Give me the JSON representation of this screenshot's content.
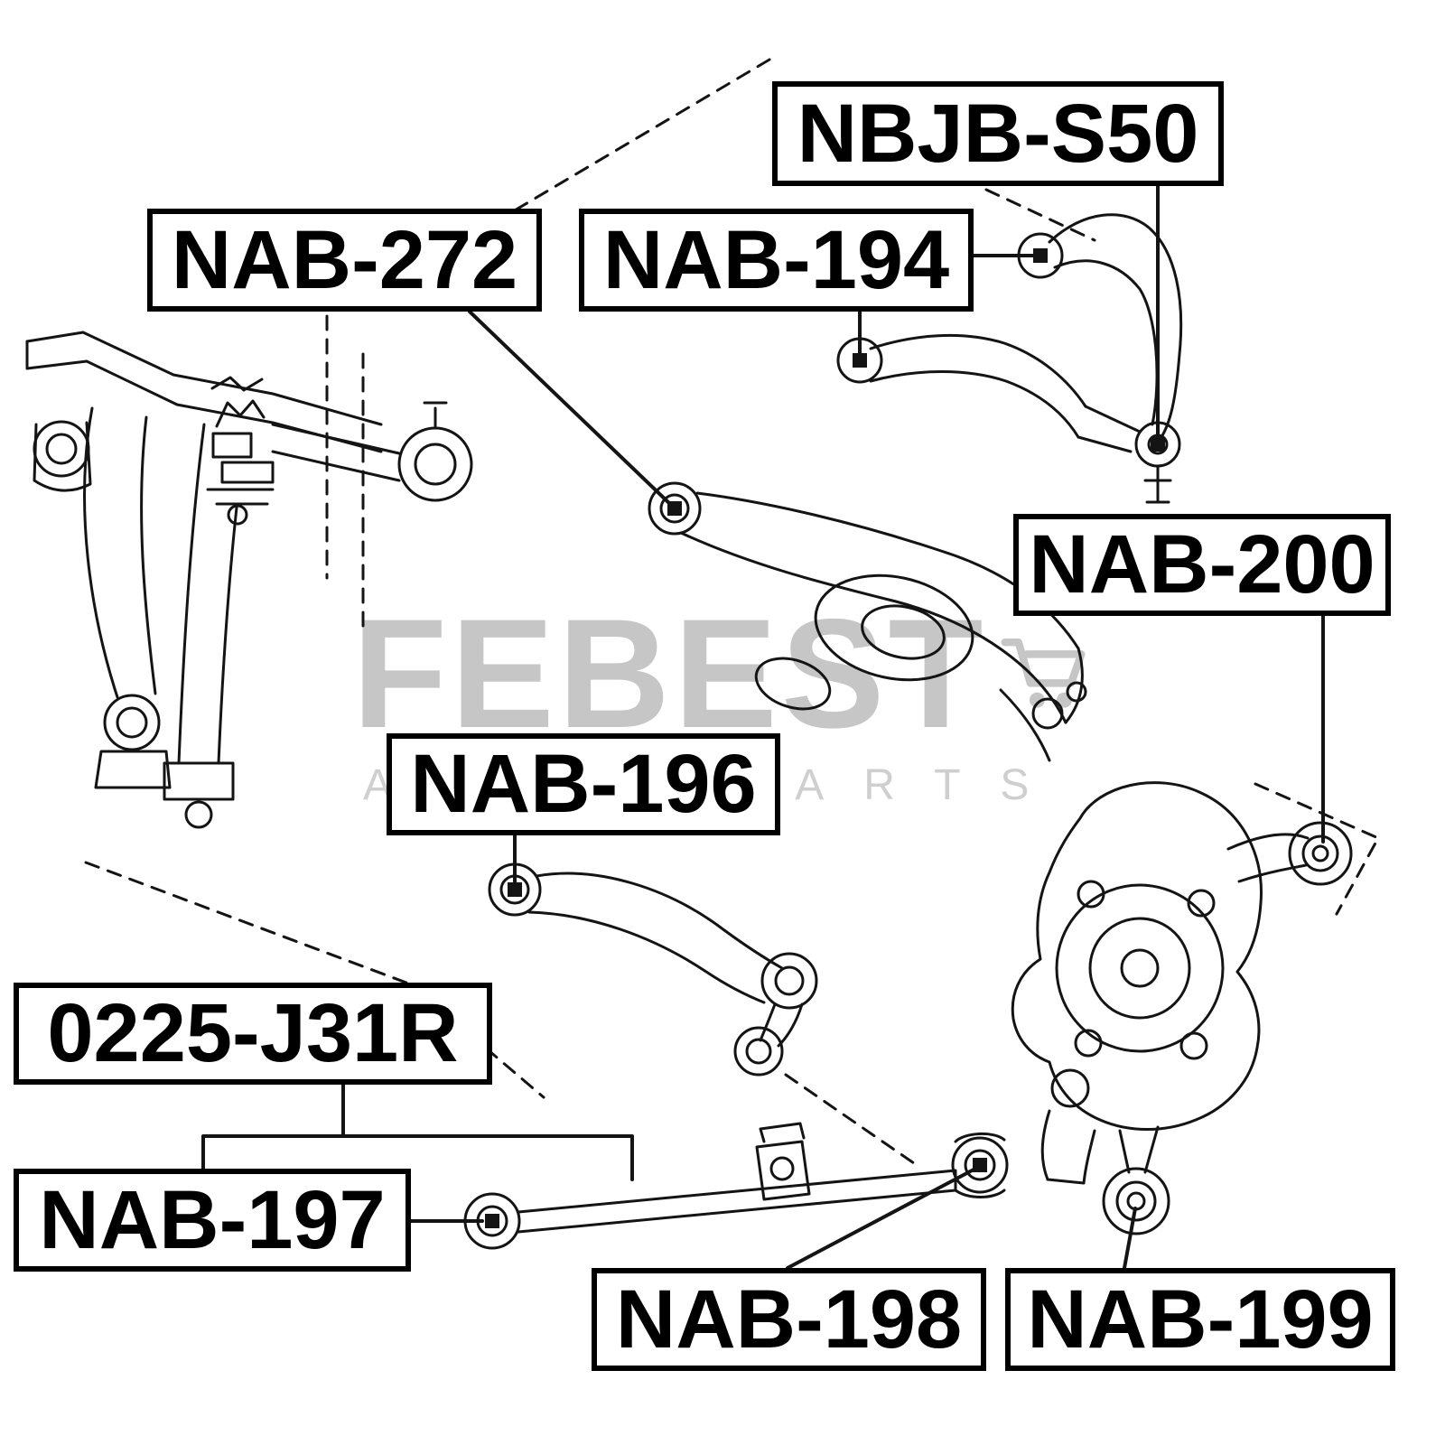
{
  "figure_type": "suspension-parts-diagram",
  "watermark": {
    "brand": "FEBEST",
    "subtitle": "AUTO PARTS"
  },
  "part_labels": [
    {
      "id": "nbjb-s50",
      "text": "NBJB-S50"
    },
    {
      "id": "nab-272",
      "text": "NAB-272"
    },
    {
      "id": "nab-194",
      "text": "NAB-194"
    },
    {
      "id": "nab-200",
      "text": "NAB-200"
    },
    {
      "id": "nab-196",
      "text": "NAB-196"
    },
    {
      "id": "0225-j31r",
      "text": "0225-J31R"
    },
    {
      "id": "nab-197",
      "text": "NAB-197"
    },
    {
      "id": "nab-198",
      "text": "NAB-198"
    },
    {
      "id": "nab-199",
      "text": "NAB-199"
    }
  ]
}
